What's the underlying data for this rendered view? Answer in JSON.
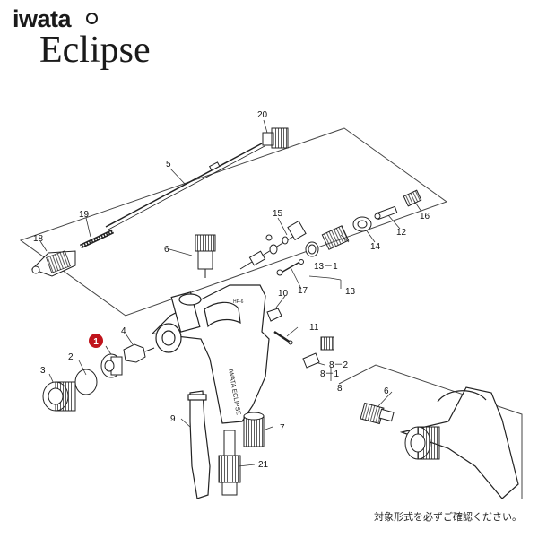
{
  "brand": {
    "maker": "iwata",
    "product": "Eclipse"
  },
  "callouts": {
    "c1": "1",
    "c2": "2",
    "c3": "3",
    "c4": "4",
    "c5": "5",
    "c6": "6",
    "c6b": "6",
    "c7": "7",
    "c8": "8",
    "c8_1": "8－1",
    "c8_2": "8－2",
    "c9": "9",
    "c10": "10",
    "c11": "11",
    "c12": "12",
    "c13": "13",
    "c13_1": "13－1",
    "c14": "14",
    "c15": "15",
    "c16": "16",
    "c17": "17",
    "c18": "18",
    "c19": "19",
    "c20": "20",
    "c21": "21"
  },
  "highlight": {
    "part": "1",
    "color": "#c0141c"
  },
  "gun_marking": "IWATA ECLIPSE",
  "gun_model_mark": "HP-6",
  "footer": {
    "note": "対象形式を必ずご確認ください。"
  }
}
